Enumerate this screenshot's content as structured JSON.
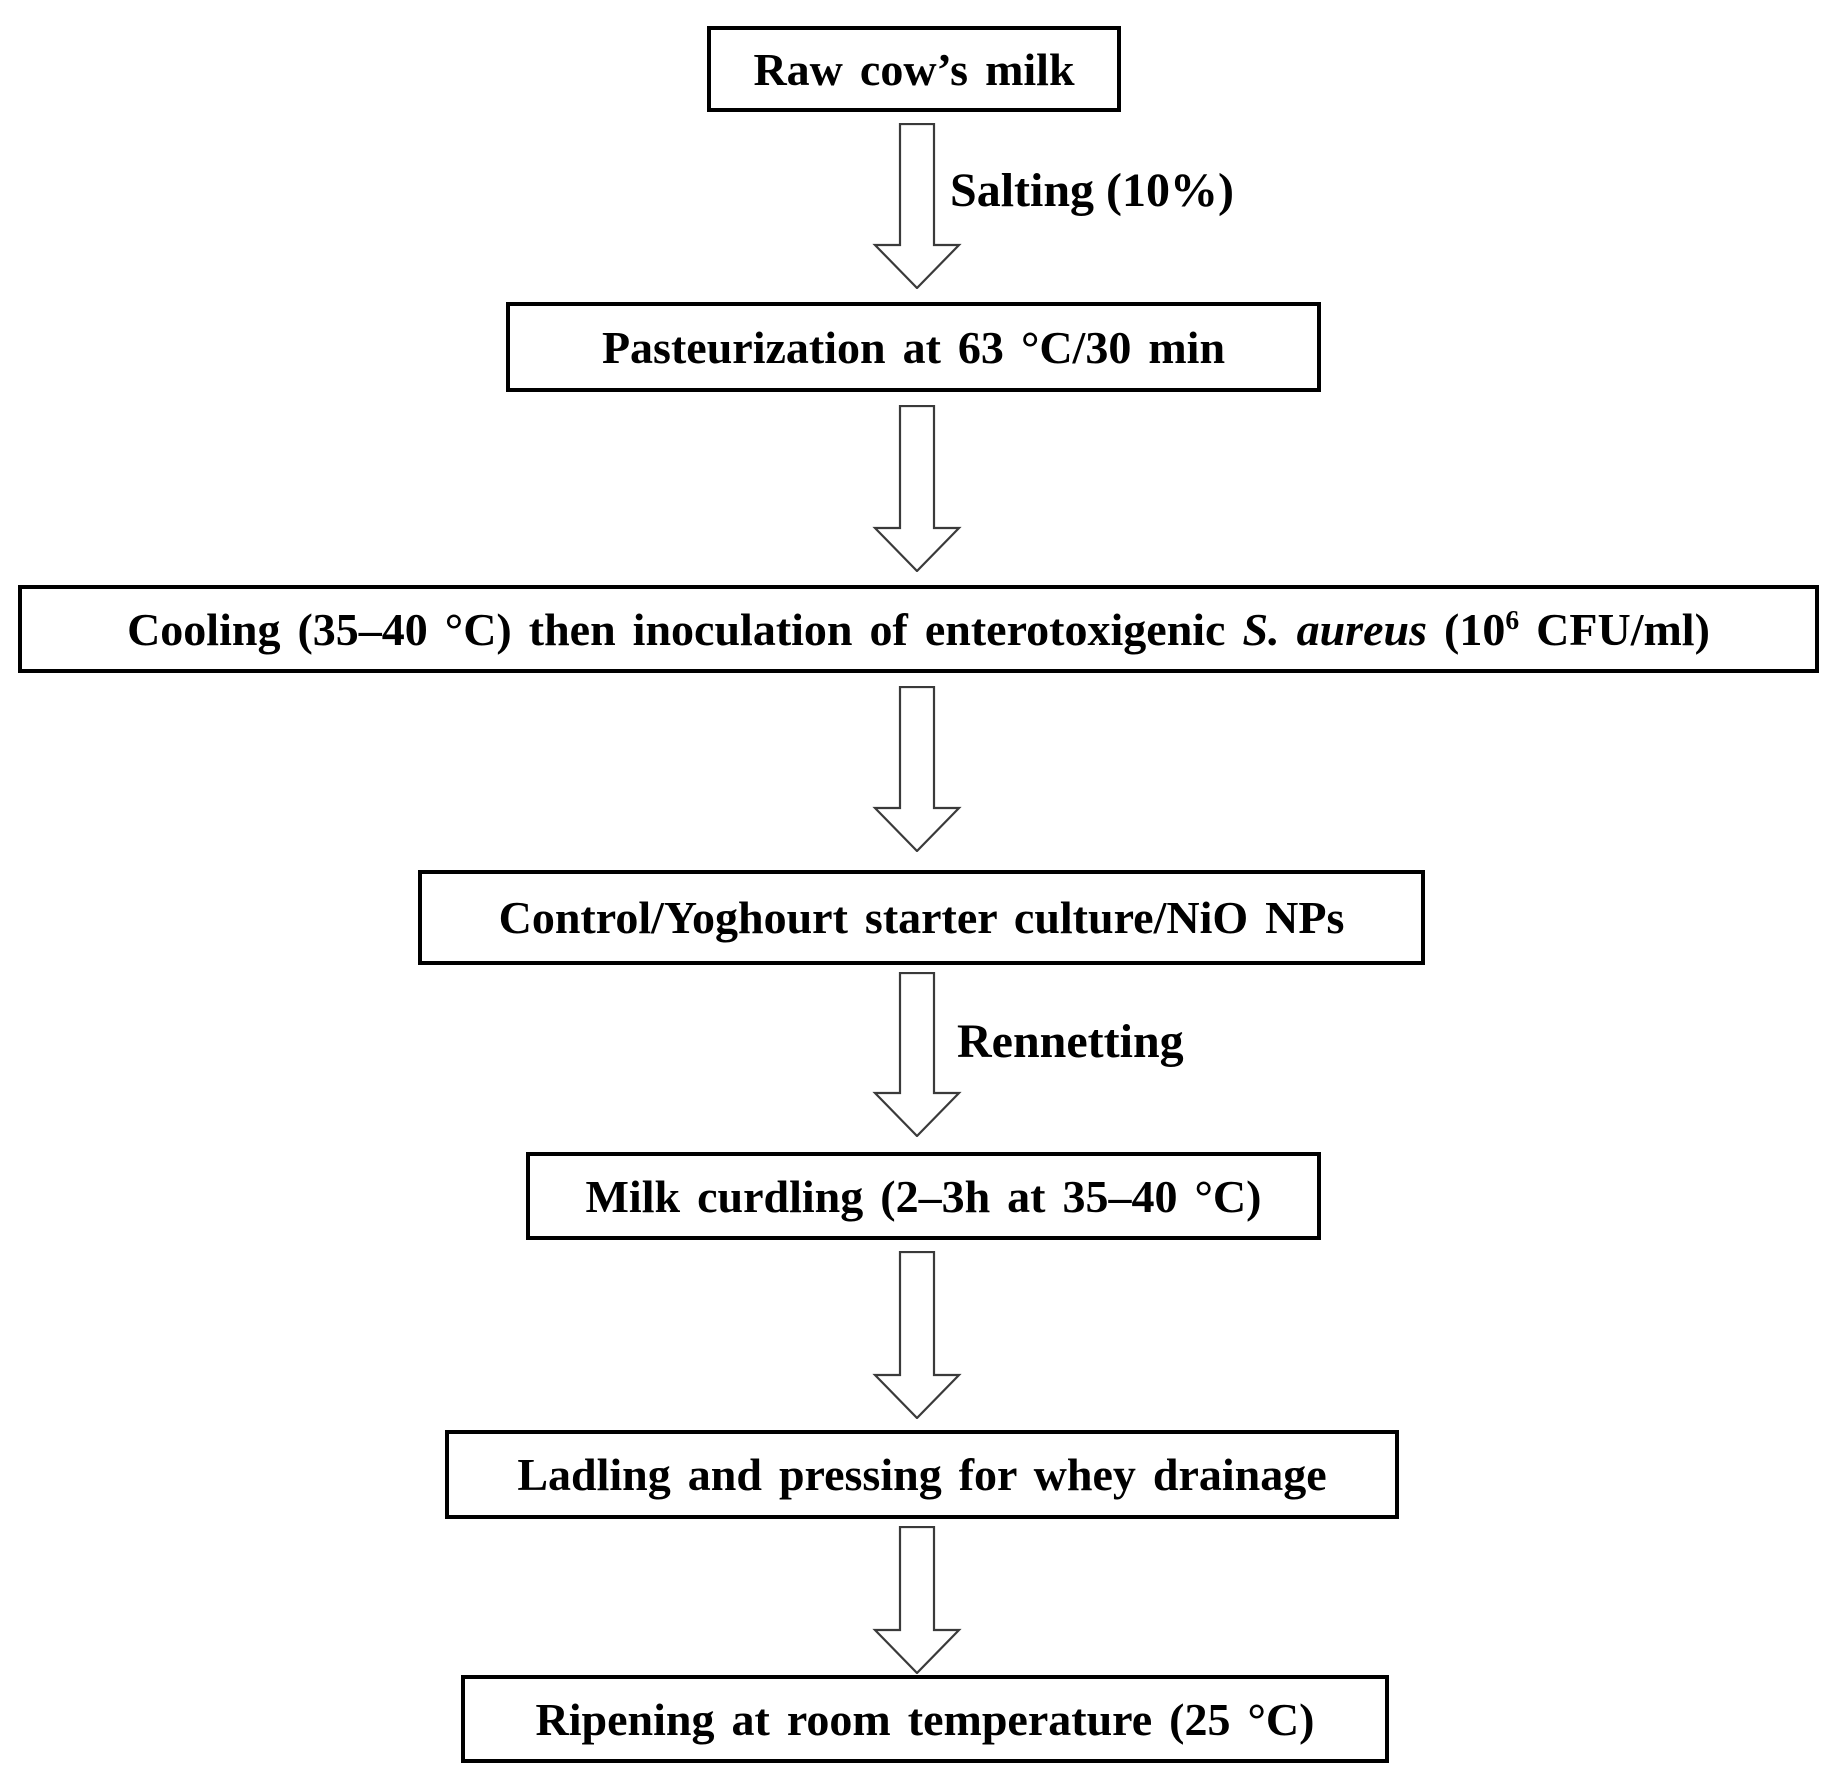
{
  "figure": {
    "background_color": "#ffffff",
    "text_color": "#000000",
    "box_border_color": "#000000",
    "arrow_outline_color": "#3a3a3a",
    "arrow_fill_color": "#ffffff"
  },
  "flow": {
    "boxes": [
      {
        "id": "raw-milk",
        "text": "Raw cow’s milk"
      },
      {
        "id": "pasteurization",
        "text": "Pasteurization at 63 °C/30 min"
      },
      {
        "id": "cooling-inoculation",
        "segments": {
          "pre": "Cooling (35–40 °C) then inoculation of enterotoxigenic ",
          "italic": "S. aureus",
          "mid": " (10",
          "sup": "6",
          "post": " CFU/ml)"
        }
      },
      {
        "id": "starter-culture",
        "text": "Control/Yoghourt starter culture/NiO NPs"
      },
      {
        "id": "milk-curdling",
        "text": "Milk curdling (2–3h at 35–40 °C)"
      },
      {
        "id": "ladling-pressing",
        "text": "Ladling and pressing for whey drainage"
      },
      {
        "id": "ripening",
        "text": "Ripening at room temperature (25 °C)"
      }
    ],
    "arrow_labels": [
      {
        "id": "salting",
        "text": "Salting (10%)"
      },
      {
        "id": "rennetting",
        "text": "Rennetting"
      }
    ]
  }
}
